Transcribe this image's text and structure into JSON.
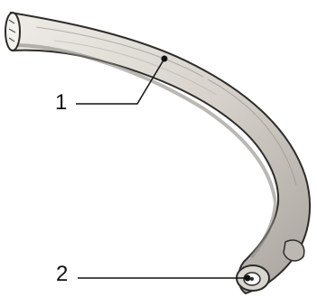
{
  "labels": [
    {
      "id": "1",
      "text": "1"
    },
    {
      "id": "2",
      "text": "2"
    }
  ],
  "colors": {
    "bone_fill": "#d9d6d0",
    "bone_shadow": "#8c8882",
    "bone_outline": "#2e2c2a",
    "leader_line": "#111111"
  }
}
